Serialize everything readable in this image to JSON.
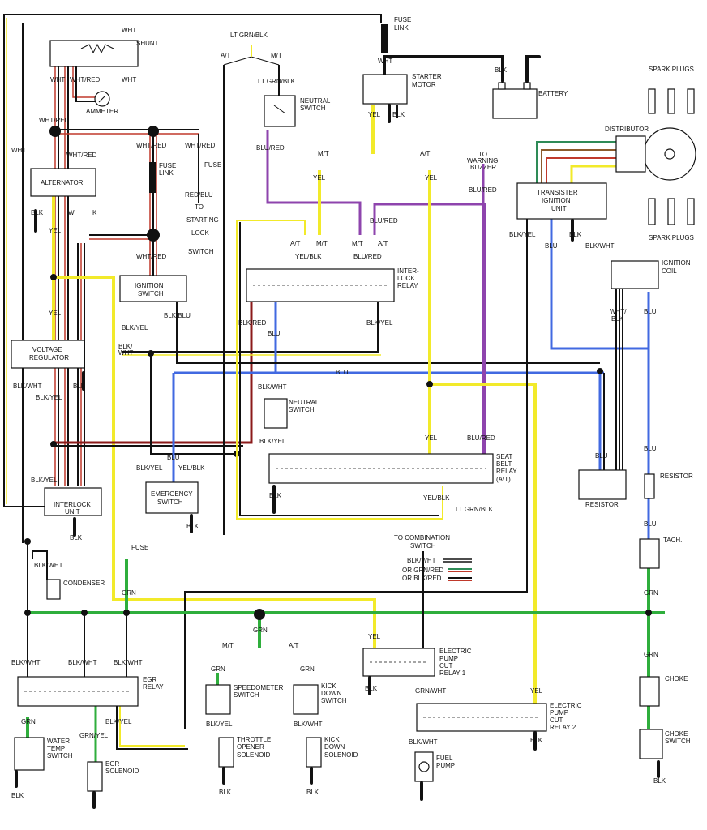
{
  "colors": {
    "wire_black": "#111111",
    "wire_yellow": "#f2ea2a",
    "wire_green": "#2fae3c",
    "wire_blue": "#4169e1",
    "wire_purple": "#8e44ad",
    "wire_red": "#c0392b",
    "wire_brown": "#8b5a2b",
    "wire_darkgreen": "#2e8b57"
  },
  "labels": {
    "wht_top": "WHT",
    "shunt": "SHUNT",
    "wht_shunt_left": "WHT",
    "wht_shunt_right": "WHT",
    "wht_red_1": "WHT/RED",
    "ammeter": "AMMETER",
    "wht_red_2": "WHT/RED",
    "wht_red_3": "WHT/RED",
    "wht_red_4": "WHT/RED",
    "wht_red_5": "WHT/RED",
    "wht_left": "WHT",
    "fuse_link_1": "FUSE",
    "fuse_link_2": "LINK",
    "fuse_right": "FUSE",
    "red_blu": "RED/BLU",
    "to_starting_1": "TO",
    "to_starting_2": "STARTING",
    "to_starting_3": "LOCK",
    "to_starting_4": "SWITCH",
    "wht_red_6": "WHT/RED",
    "alternator": "ALTERNATOR",
    "blk_alt": "BLK",
    "w_alt": "W",
    "k_alt": "K",
    "yel_alt": "YEL",
    "ignition_switch_1": "IGNITION",
    "ignition_switch_2": "SWITCH",
    "blk_blu": "BLK/BLU",
    "blk_yel_ign": "BLK/YEL",
    "blk_wht_ign_1": "BLK/",
    "blk_wht_ign_2": "WHT",
    "yel_reg": "YEL",
    "voltage_regulator_1": "VOLTAGE",
    "voltage_regulator_2": "REGULATOR",
    "blk_wht_reg": "BLK/WHT",
    "blk_reg": "BLK",
    "blk_yel_reg": "BLK/YEL",
    "blk_yel_int": "BLK/YEL",
    "interlock_unit_1": "INTERLOCK",
    "interlock_unit_2": "UNIT",
    "blk_int": "BLK",
    "blk_wht_cond": "BLK/WHT",
    "condenser": "CONDENSER",
    "fuse_mid": "FUSE",
    "grn_mid": "GRN",
    "blk_yel_em": "BLK/YEL",
    "blu_em": "BLU",
    "yel_blk_em": "YEL/BLK",
    "emergency_1": "EMERGENCY",
    "emergency_2": "SWITCH",
    "blk_em": "BLK",
    "lt_grn_blk_top": "LT GRN/BLK",
    "at_top": "A/T",
    "mt_top": "M/T",
    "lt_grn_blk_ns": "LT GRN/BLK",
    "neutral_switch_1": "NEUTRAL",
    "neutral_switch_2": "SWITCH",
    "blu_red_1": "BLU/RED",
    "mt_mid": "M/T",
    "at_mid": "A/T",
    "yel_1": "YEL",
    "yel_2": "YEL",
    "blu_red_2": "BLU/RED",
    "at_il_1": "A/T",
    "mt_il_1": "M/T",
    "mt_il_2": "M/T",
    "at_il_2": "A/T",
    "yel_blk_il": "YEL/BLK",
    "blu_red_il": "BLU/RED",
    "interlock_relay_1": "INTER-",
    "interlock_relay_2": "LOCK",
    "interlock_relay_3": "RELAY",
    "blk_red_il": "BLK/RED",
    "blk_yel_il": "BLK/YEL",
    "blu_il": "BLU",
    "blu_long": "BLU",
    "blk_wht_ns": "BLK/WHT",
    "neutral_switch_b1": "NEUTRAL",
    "neutral_switch_b2": "SWITCH",
    "blk_yel_ns": "BLK/YEL",
    "blk_ns": "BLK",
    "yel_sb": "YEL",
    "blu_red_sb": "BLU/RED",
    "seat_belt_1": "SEAT",
    "seat_belt_2": "BELT",
    "seat_belt_3": "RELAY",
    "seat_belt_4": "(A/T)",
    "yel_blk_sb": "YEL/BLK",
    "lt_grn_blk_sb": "LT GRN/BLK",
    "fuse_link_top_1": "FUSE",
    "fuse_link_top_2": "LINK",
    "wht_starter": "WHT",
    "starter_1": "STARTER",
    "starter_2": "MOTOR",
    "yel_starter": "YEL",
    "blk_starter": "BLK",
    "blk_batt": "BLK",
    "battery": "BATTERY",
    "to_buzzer_1": "TO",
    "to_buzzer_2": "WARNING",
    "to_buzzer_3": "BUZZER",
    "blu_red_buzz": "BLU/RED",
    "spark_plugs_top": "SPARK PLUGS",
    "distributor": "DISTRIBUTOR",
    "transister_1": "TRANSISTER",
    "transister_2": "IGNITION",
    "transister_3": "UNIT",
    "spark_plugs_bottom": "SPARK PLUGS",
    "blk_yel_tr": "BLK/YEL",
    "blu_tr": "BLU",
    "blk_tr": "BLK",
    "blk_wht_tr": "BLK/WHT",
    "ignition_coil_1": "IGNITION",
    "ignition_coil_2": "COIL",
    "wht_blk_coil_1": "WHT/",
    "wht_blk_coil_2": "BLK",
    "blu_coil": "BLU",
    "blu_res": "BLU",
    "blu_res_2": "BLU",
    "resistor_1": "RESISTOR",
    "resistor_2": "RESISTOR",
    "blu_tach": "BLU",
    "tach": "TACH.",
    "grn_tach": "GRN",
    "grn_choke": "GRN",
    "choke": "CHOKE",
    "choke_switch_1": "CHOKE",
    "choke_switch_2": "SWITCH",
    "blk_choke": "BLK",
    "to_combo_1": "TO COMBINATION",
    "to_combo_2": "SWITCH",
    "blk_wht_combo": "BLK/WHT",
    "or_grn_red": "OR GRN/RED",
    "or_blk_red": "OR BLK/RED",
    "grn_bus": "GRN",
    "mt_speed": "M/T",
    "at_speed": "A/T",
    "grn_speed": "GRN",
    "grn_kick": "GRN",
    "speedometer_1": "SPEEDOMETER",
    "speedometer_2": "SWITCH",
    "kick_down_1": "KICK",
    "kick_down_2": "DOWN",
    "kick_down_3": "SWITCH",
    "blk_yel_throttle": "BLK/YEL",
    "blk_wht_kick": "BLK/WHT",
    "throttle_1": "THROTTLE",
    "throttle_2": "OPENER",
    "throttle_3": "SOLENOID",
    "kick_sol_1": "KICK",
    "kick_sol_2": "DOWN",
    "kick_sol_3": "SOLENOID",
    "blk_speed": "BLK",
    "blk_kick": "BLK",
    "yel_epc1": "YEL",
    "epc1_1": "ELECTRIC",
    "epc1_2": "PUMP",
    "epc1_3": "CUT",
    "epc1_4": "RELAY 1",
    "blk_epc1": "BLK",
    "grn_wht_epc": "GRN/WHT",
    "yel_epc2": "YEL",
    "epc2_1": "ELECTRIC",
    "epc2_2": "PUMP",
    "epc2_3": "CUT",
    "epc2_4": "RELAY 2",
    "blk_wht_fp": "BLK/WHT",
    "blk_epc2": "BLK",
    "fuel_pump_1": "FUEL",
    "fuel_pump_2": "PUMP",
    "blk_wht_egr1": "BLK/WHT",
    "blk_wht_egr2": "BLK/WHT",
    "blk_wht_egr3": "BLK/WHT",
    "egr_relay_1": "EGR",
    "egr_relay_2": "RELAY",
    "grn_water": "GRN",
    "grn_yel_egr": "GRN/YEL",
    "blk_yel_egr": "BLK/YEL",
    "water_temp_1": "WATER",
    "water_temp_2": "TEMP",
    "water_temp_3": "SWITCH",
    "egr_sol_1": "EGR",
    "egr_sol_2": "SOLENOID",
    "blk_water": "BLK"
  }
}
